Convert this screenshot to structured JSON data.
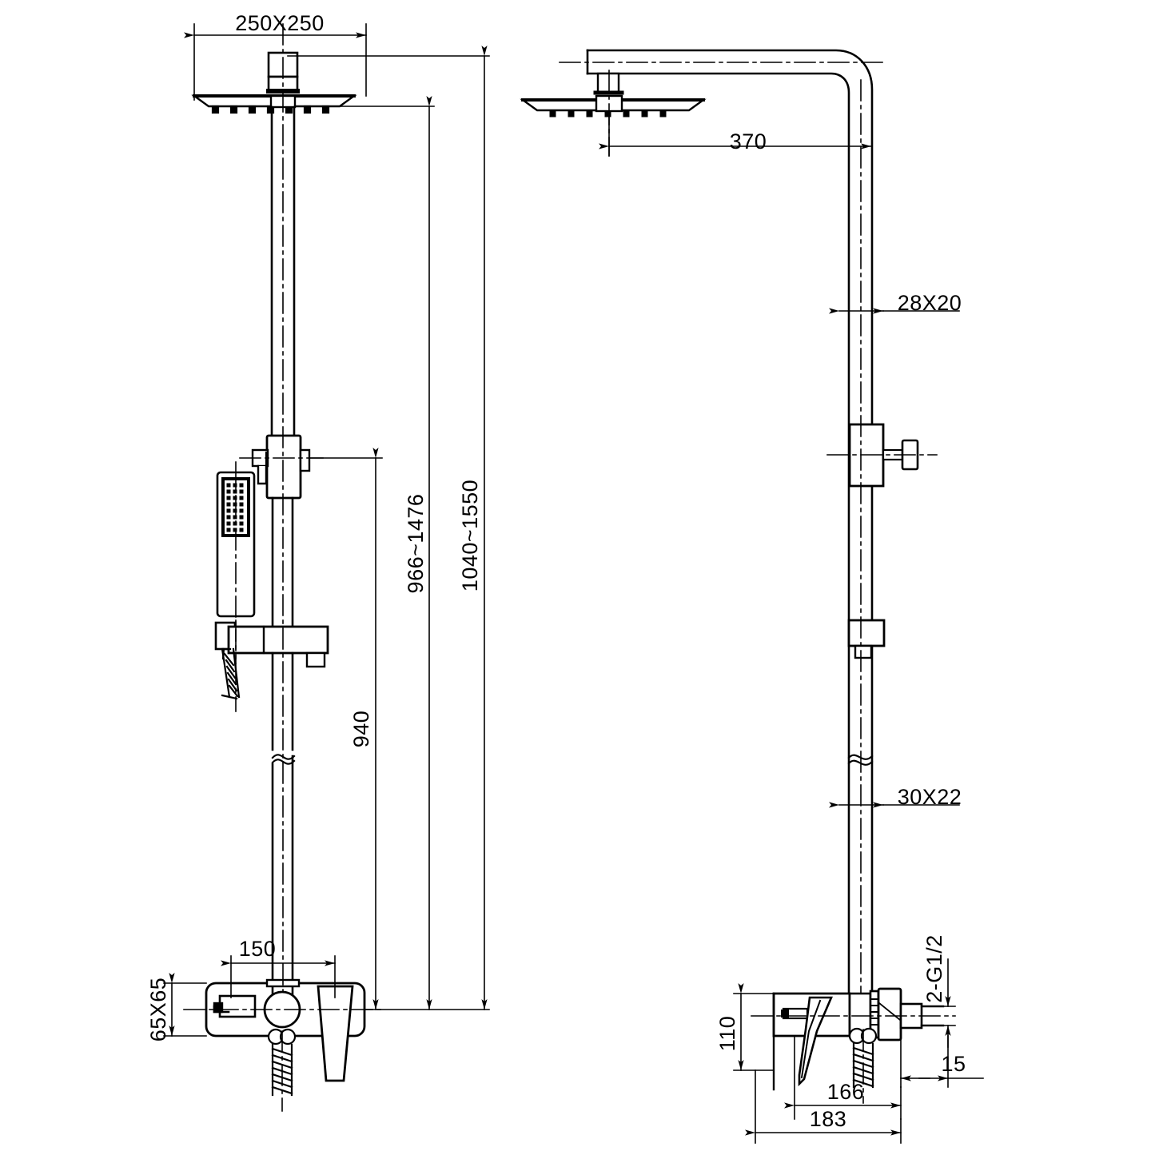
{
  "document": {
    "type": "technical-drawing",
    "subject": "Wall-mounted exposed shower column with rain head, hand shower and bath mixer",
    "units": "mm",
    "background_color": "#ffffff",
    "line_color": "#000000",
    "views": [
      {
        "name": "front-view",
        "label": ""
      },
      {
        "name": "side-view",
        "label": ""
      }
    ]
  },
  "dimensions": {
    "front": [
      {
        "name": "rain-head-size",
        "text": "250X250",
        "orientation": "horizontal",
        "view": "front"
      },
      {
        "name": "overall-height",
        "text": "1040~1550",
        "orientation": "vertical",
        "view": "front"
      },
      {
        "name": "riser-adjust-height",
        "text": "966~1476",
        "orientation": "vertical",
        "view": "front"
      },
      {
        "name": "slide-bar-height",
        "text": "940",
        "orientation": "vertical",
        "view": "front"
      },
      {
        "name": "mixer-inlet-spacing",
        "text": "150",
        "orientation": "horizontal",
        "view": "front"
      },
      {
        "name": "mixer-body-size",
        "text": "65X65",
        "orientation": "vertical",
        "view": "front"
      }
    ],
    "side": [
      {
        "name": "rain-arm-projection",
        "text": "370",
        "orientation": "horizontal",
        "view": "side"
      },
      {
        "name": "upper-riser-section",
        "text": "28X20",
        "orientation": "horizontal",
        "view": "side"
      },
      {
        "name": "lower-riser-section",
        "text": "30X22",
        "orientation": "horizontal",
        "view": "side"
      },
      {
        "name": "inlet-thread",
        "text": "2-G1/2",
        "orientation": "vertical",
        "view": "side"
      },
      {
        "name": "inlet-projection",
        "text": "15",
        "orientation": "horizontal",
        "view": "side"
      },
      {
        "name": "mixer-height",
        "text": "110",
        "orientation": "vertical",
        "view": "side"
      },
      {
        "name": "mixer-depth-166",
        "text": "166",
        "orientation": "horizontal",
        "view": "side"
      },
      {
        "name": "mixer-depth-183",
        "text": "183",
        "orientation": "horizontal",
        "view": "side"
      }
    ]
  },
  "parts": {
    "front": [
      {
        "name": "rain-shower-head"
      },
      {
        "name": "rain-head-connector"
      },
      {
        "name": "riser-pipe-upper"
      },
      {
        "name": "diverter-valve"
      },
      {
        "name": "hand-shower-head"
      },
      {
        "name": "hand-shower-handle"
      },
      {
        "name": "hand-shower-holder"
      },
      {
        "name": "slide-bar-bracket"
      },
      {
        "name": "shower-hose"
      },
      {
        "name": "riser-pipe-lower"
      },
      {
        "name": "bath-mixer-body"
      },
      {
        "name": "mixer-lever-handle"
      },
      {
        "name": "mixer-diverter-knob"
      },
      {
        "name": "break-line-riser"
      }
    ],
    "side": [
      {
        "name": "rain-arm"
      },
      {
        "name": "rain-shower-head"
      },
      {
        "name": "rain-head-connector"
      },
      {
        "name": "riser-pipe-upper"
      },
      {
        "name": "diverter-valve"
      },
      {
        "name": "slide-bar-bracket"
      },
      {
        "name": "riser-pipe-lower"
      },
      {
        "name": "bath-mixer-body"
      },
      {
        "name": "mixer-lever-handle"
      },
      {
        "name": "inlet-elbow"
      },
      {
        "name": "shower-hose"
      },
      {
        "name": "break-line-riser"
      }
    ]
  }
}
